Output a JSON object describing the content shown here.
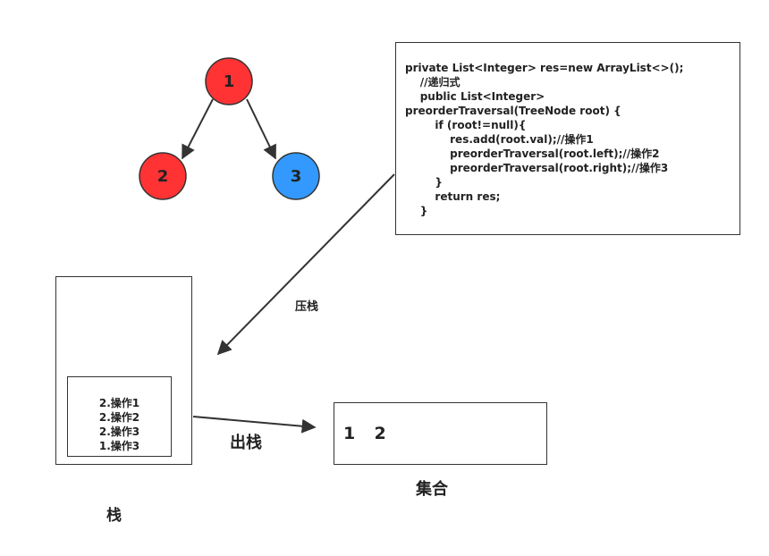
{
  "tree": {
    "nodes": [
      {
        "id": "1",
        "label": "1",
        "color": "#ff3333"
      },
      {
        "id": "2",
        "label": "2",
        "color": "#ff3333"
      },
      {
        "id": "3",
        "label": "3",
        "color": "#3399ff"
      }
    ],
    "edges": [
      {
        "from": "1",
        "to": "2"
      },
      {
        "from": "1",
        "to": "3"
      }
    ]
  },
  "code_lines": [
    "private List<Integer> res=new ArrayList<>();",
    "    //递归式",
    "    public List<Integer>",
    "preorderTraversal(TreeNode root) {",
    "        if (root!=null){",
    "            res.add(root.val);//操作1",
    "            preorderTraversal(root.left);//操作2",
    "            preorderTraversal(root.right);//操作3",
    "        }",
    "        return res;",
    "    }"
  ],
  "stack": {
    "items": [
      "2.操作1",
      "2.操作2",
      "2.操作3",
      "1.操作3"
    ],
    "label": "栈"
  },
  "push_label": "压栈",
  "pop_label": "出栈",
  "set": {
    "values": "1  2",
    "label": "集合"
  },
  "colors": {
    "red_node": "#ff3333",
    "blue_node": "#3399ff",
    "stroke": "#333333"
  }
}
